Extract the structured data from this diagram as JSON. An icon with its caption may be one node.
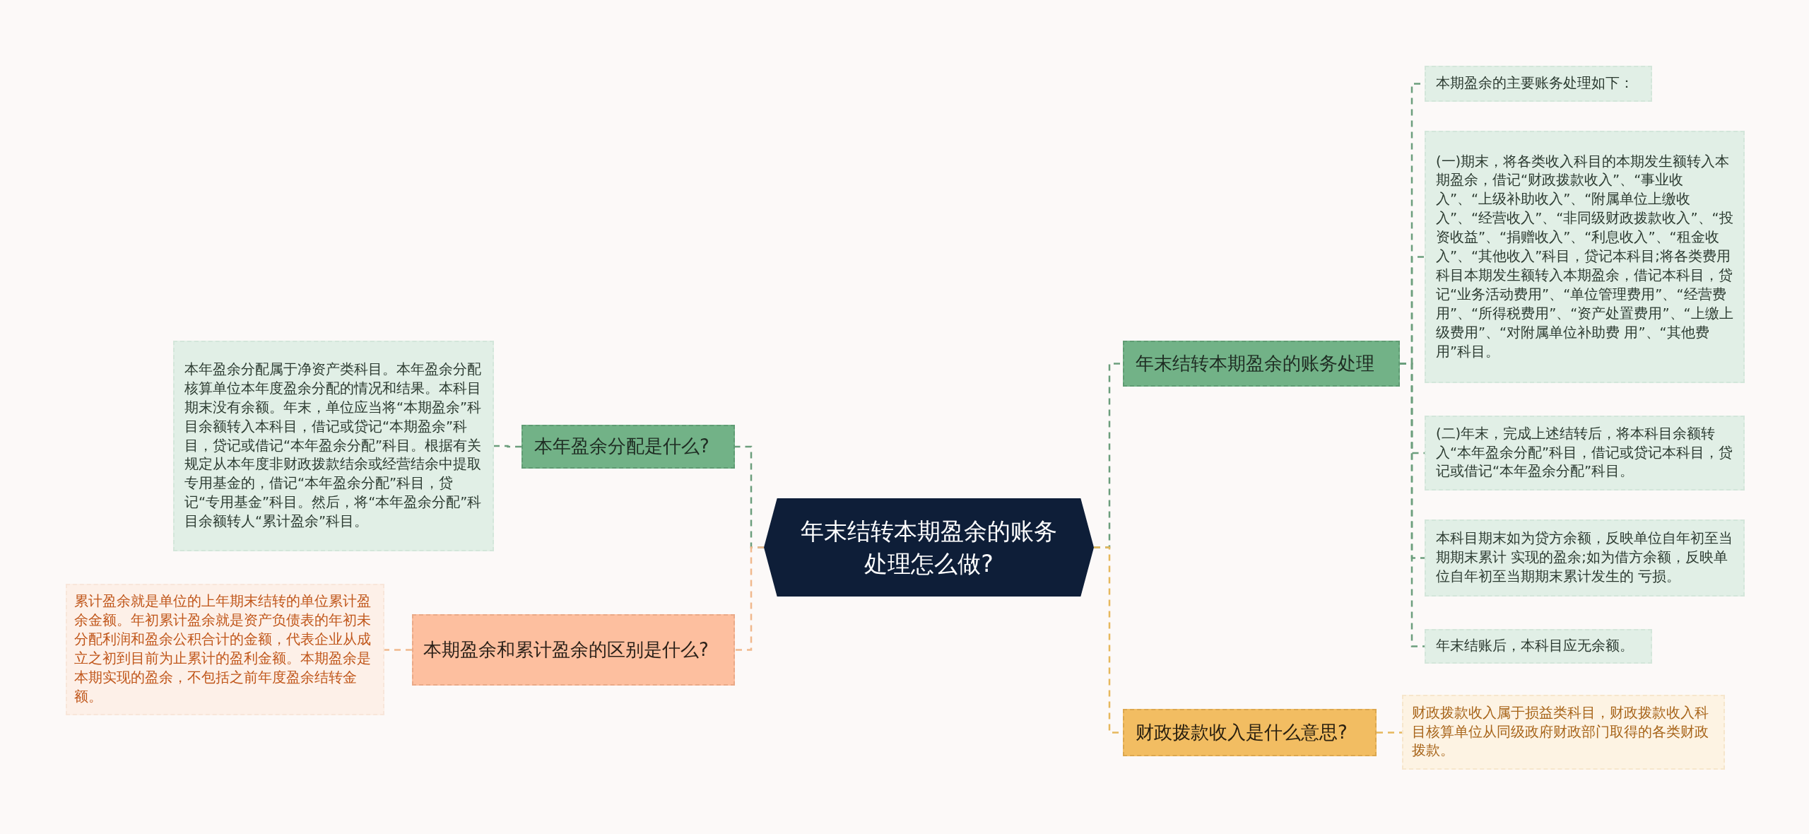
{
  "diagram": {
    "nodes": [
      {
        "text": [
          "年末结转本期盈余的账务处理怎么做?"
        ]
      },
      {
        "text": [
          "本年盈余分配是什么?"
        ]
      },
      {
        "text": [
          "本年盈余分配属于净资产类科目。本年盈余分配核算单位本年度盈余分配的情况和结果。本科目期末没有余额。年末，单位应当将“本期盈余”科目余额转入本科目，借记或贷记“本期盈余”科目，贷记或借记“本年盈余分配”科目。根据有关规定从本年度非财政拨款结余或经营结余中提取专用基金的，借记“本年盈余分配”科目，贷记“专用基金”科目。然后，将“本年盈余分配”科目余额转人“累计盈余”科目。"
        ]
      },
      {
        "text": [
          "本期盈余和累计盈余的区别是什么?"
        ]
      },
      {
        "text": [
          "累计盈余就是单位的上年期末结转的单位累计盈余金额。年初累计盈余就是资产负债表的年初未分配利润和盈余公积合计的金额，代表企业从成立之初到目前为止累计的盈利金额。本期盈余是本期实现的盈余，不包括之前年度盈余结转金额。"
        ]
      },
      {
        "text": [
          "年末结转本期盈余的账务处理"
        ]
      },
      {
        "text": [
          "本期盈余的主要账务处理如下："
        ]
      },
      {
        "text": [
          "(一)期末，将各类收入科目的本期发生额转入本期盈余，借记“财政拨款收入”、“事业收入”、“上级补助收入”、“附属单位上缴收入”、“经营收入”、“非同级财政拨款收入”、“投资收益”、“捐赠收入”、“利息收入”、“租金收入”、“其他收入”科目，贷记本科目;将各类费用科目本期发生额转入本期盈余，借记本科目，贷记“业务活动费用”、“单位管理费用”、“经营费用”、“所得税费用”、“资产处置费用”、“上缴上级费用”、“对附属单位补助费 用”、“其他费用”科目。"
        ]
      },
      {
        "text": [
          "(二)年末，完成上述结转后，将本科目余额转入“本年盈余分配”科目，借记或贷记本科目，贷记或借记“本年盈余分配”科目。"
        ]
      },
      {
        "text": [
          "本科目期末如为贷方余额，反映单位自年初至当期期末累计 实现的盈余;如为借方余额，反映单位自年初至当期期末累计发生的 亏损。"
        ]
      },
      {
        "text": [
          "年末结账后，本科目应无余额。"
        ]
      },
      {
        "text": [
          "财政拨款收入是什么意思?"
        ]
      },
      {
        "text": [
          "财政拨款收入属于损益类科目，财政拨款收入科目核算单位从同级政府财政部门取得的各类财政拨款。"
        ]
      }
    ],
    "edges": [
      {
        "from": 0,
        "to": 1,
        "arrow": "none",
        "style": "dashed"
      },
      {
        "from": 1,
        "to": 2,
        "arrow": "none",
        "style": "dashed"
      },
      {
        "from": 0,
        "to": 3,
        "arrow": "none",
        "style": "dashed",
        "color": "#f0b98d"
      },
      {
        "from": 3,
        "to": 4,
        "arrow": "none",
        "style": "dashed",
        "color": "#f0b98d"
      },
      {
        "from": 0,
        "to": 5,
        "arrow": "none",
        "style": "dashed"
      },
      {
        "from": 5,
        "to": 6,
        "arrow": "none",
        "style": "dashed"
      },
      {
        "from": 5,
        "to": 7,
        "arrow": "none",
        "style": "dashed"
      },
      {
        "from": 5,
        "to": 8,
        "arrow": "none",
        "style": "dashed"
      },
      {
        "from": 5,
        "to": 9,
        "arrow": "none",
        "style": "dashed"
      },
      {
        "from": 5,
        "to": 10,
        "arrow": "none",
        "style": "dashed"
      },
      {
        "from": 0,
        "to": 11,
        "arrow": "none",
        "style": "dashed",
        "color": "#e6b85c"
      },
      {
        "from": 11,
        "to": 12,
        "arrow": "none",
        "style": "dashed",
        "color": "#e6b85c"
      }
    ]
  }
}
